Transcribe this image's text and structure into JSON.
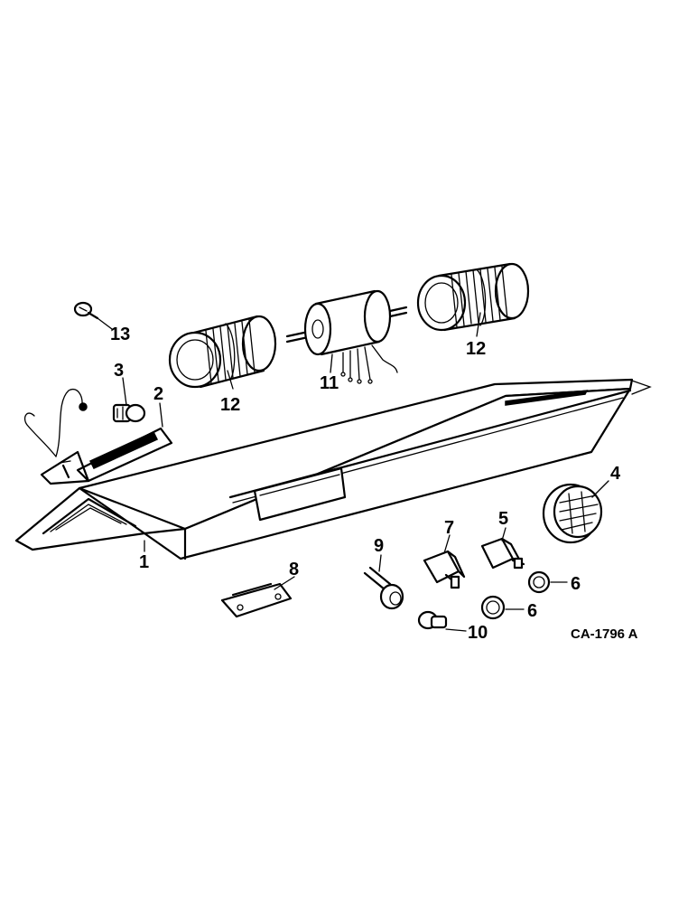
{
  "figure_ref": "CA-1796 A",
  "callouts": {
    "c1": "1",
    "c2": "2",
    "c3": "3",
    "c4": "4",
    "c5": "5",
    "c6a": "6",
    "c6b": "6",
    "c7": "7",
    "c8": "8",
    "c9": "9",
    "c10": "10",
    "c11": "11",
    "c12a": "12",
    "c12b": "12",
    "c13": "13"
  }
}
